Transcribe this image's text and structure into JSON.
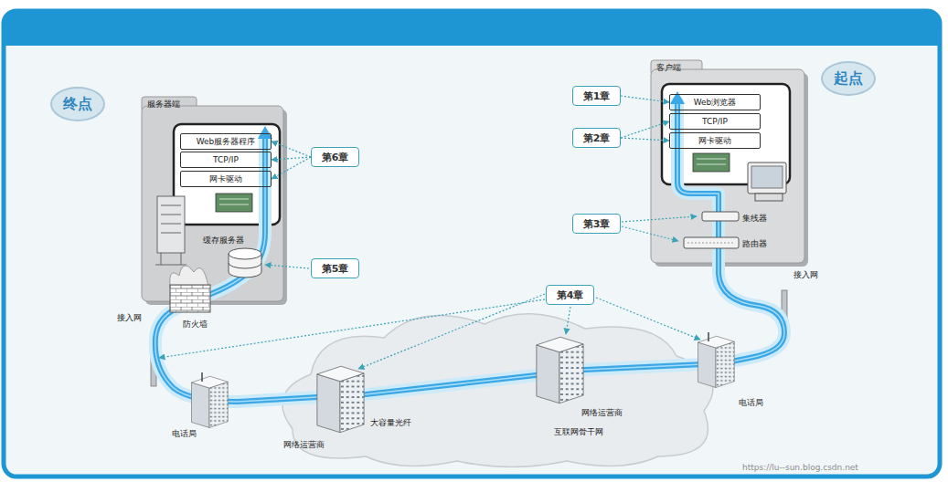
{
  "diagram": {
    "nodes": [
      {
        "text": [
          "终点"
        ]
      },
      {
        "text": [
          "服务器端"
        ]
      },
      {
        "text": [
          "Web服务器程序"
        ],
        "in": 1
      },
      {
        "text": [
          "TCP/IP"
        ],
        "in": 1
      },
      {
        "text": [
          "网卡驱动"
        ],
        "in": 1
      },
      {
        "text": [
          "第6章"
        ]
      },
      {
        "text": [
          "第5章"
        ]
      },
      {
        "text": [
          "第4章"
        ]
      },
      {
        "text": [
          "起点"
        ]
      },
      {
        "text": [
          "客户端"
        ]
      },
      {
        "text": [
          "Web浏览器"
        ],
        "in": 9
      },
      {
        "text": [
          "TCP/IP"
        ],
        "in": 9
      },
      {
        "text": [
          "网卡驱动"
        ],
        "in": 9
      },
      {
        "text": [
          "第1章"
        ]
      },
      {
        "text": [
          "第2章"
        ]
      },
      {
        "text": [
          "第3章"
        ]
      }
    ],
    "edges": [
      {
        "from": 13,
        "to": 10,
        "arrow": "to"
      },
      {
        "from": 14,
        "to": 11,
        "arrow": "to"
      },
      {
        "from": 14,
        "to": 12,
        "arrow": "to"
      },
      {
        "from": 5,
        "to": 2,
        "arrow": "to"
      },
      {
        "from": 5,
        "to": 3,
        "arrow": "to"
      },
      {
        "from": 5,
        "to": 4,
        "arrow": "to"
      }
    ],
    "labels": [
      "集线器",
      "路由器",
      "接入网",
      "电话局",
      "网络运营商",
      "互联网骨干网",
      "大容量光纤",
      "网络运营商",
      "电话局",
      "接入网",
      "防火墙",
      "缓存服务器",
      "https://lu--sun.blog.csdn.net"
    ]
  }
}
